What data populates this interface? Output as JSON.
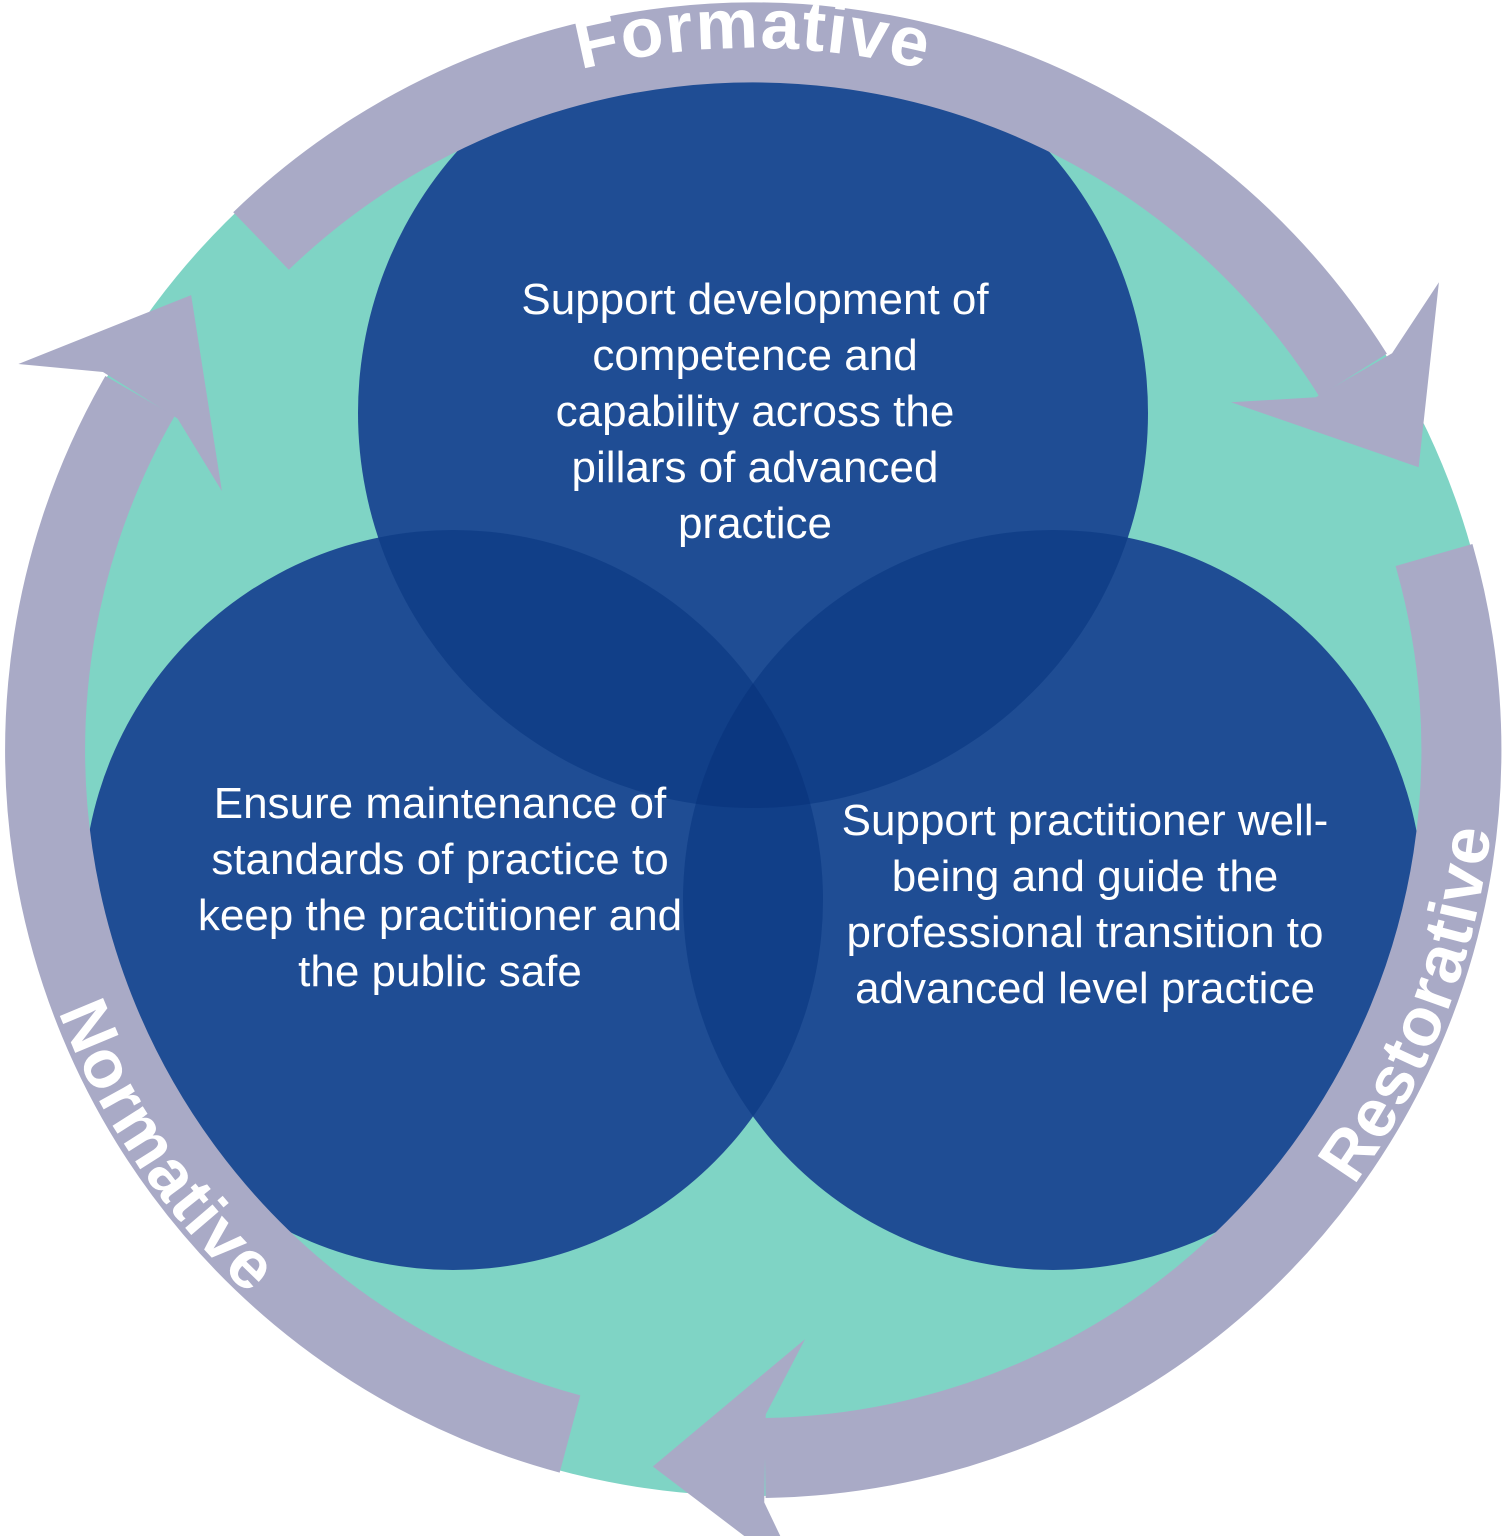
{
  "ring": {
    "top_label": "Formative",
    "bottom_left_label": "Normative",
    "right_label": "Restorative",
    "color": "#A9AAC6",
    "label_text_color": "#FFFFFF",
    "arrow_direction": "clockwise",
    "arrow_count": 3
  },
  "venn": {
    "background_color": "#7FD4C5",
    "circle_color": "#1F4D94",
    "overlap_color": "#113F88",
    "center_overlap_color": "#0B3780",
    "text_color": "#FFFFFF",
    "circles": {
      "formative": {
        "text": "Support development of\ncompetence and\ncapability across the\npillars of advanced\npractice"
      },
      "normative": {
        "text": "Ensure maintenance of\nstandards of practice to\nkeep the practitioner and\nthe public safe"
      },
      "restorative": {
        "text": "Support practitioner well-\nbeing and guide the\nprofessional transition to\nadvanced level practice"
      }
    }
  }
}
